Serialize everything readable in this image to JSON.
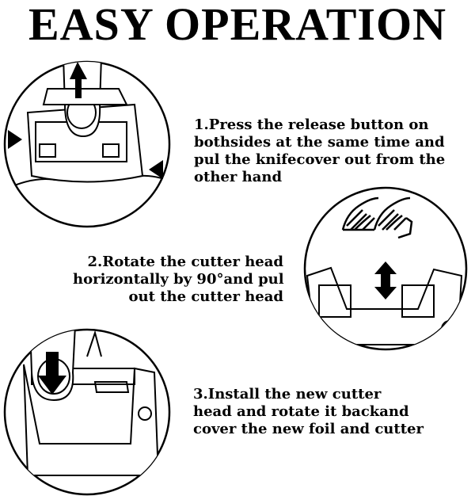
{
  "title": "EASY OPERATION",
  "steps": [
    {
      "lines": [
        "1.Press the release button on",
        "bothsides at the same time and",
        "pul the knifecover out from the",
        "other hand"
      ]
    },
    {
      "lines": [
        "2.Rotate the cutter head",
        "horizontally by 90°and pul",
        "out the cutter head"
      ]
    },
    {
      "lines": [
        "3.Install the new cutter",
        "head and rotate it backand",
        "cover the new foil and cutter"
      ]
    }
  ]
}
